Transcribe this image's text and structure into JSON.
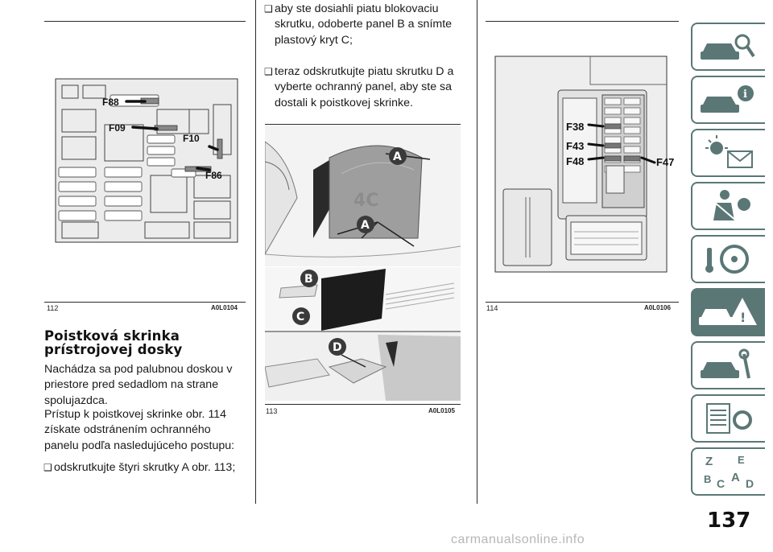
{
  "figures": {
    "fig112": {
      "number": "112",
      "code": "A0L0104",
      "labels": {
        "f88": "F88",
        "f09": "F09",
        "f10": "F10",
        "f86": "F86"
      }
    },
    "fig113": {
      "number": "113",
      "code": "A0L0105",
      "labels": {
        "a": "A",
        "b": "B",
        "c": "C",
        "d": "D"
      }
    },
    "fig114": {
      "number": "114",
      "code": "A0L0106",
      "labels": {
        "f38": "F38",
        "f43": "F43",
        "f48": "F48",
        "f47": "F47"
      }
    }
  },
  "section": {
    "title_line1": "Poistková skrinka",
    "title_line2": "prístrojovej dosky",
    "para1": "Nachádza sa pod palubnou doskou v priestore pred sedadlom na strane spolujazdca.",
    "para2": "Prístup k poistkovej skrinke obr. 114 získate odstránením ochranného panelu podľa nasledujúceho postupu:",
    "steps": [
      "odskrutkujte štyri skrutky A obr. 113;",
      "aby ste dosiahli piatu blokovaciu skrutku, odoberte panel B a snímte plastový kryt C;",
      "teraz odskrutkujte piatu skrutku D a vyberte ochranný panel, aby ste sa dostali k poistkovej skrinke."
    ]
  },
  "sidebar": {
    "tabs": [
      {
        "icon": "car-dashboard-search-icon"
      },
      {
        "icon": "car-info-icon"
      },
      {
        "icon": "warning-lights-envelope-icon"
      },
      {
        "icon": "airbag-seatbelt-icon"
      },
      {
        "icon": "steering-wheel-key-icon"
      },
      {
        "icon": "car-warning-triangle-icon",
        "active": true
      },
      {
        "icon": "car-service-wrench-icon"
      },
      {
        "icon": "technical-data-gear-icon"
      },
      {
        "icon": "alphabetical-index-icon"
      }
    ],
    "accent_color": "#5a7776"
  },
  "page_number": "137",
  "watermark": "carmanualsonline.info"
}
